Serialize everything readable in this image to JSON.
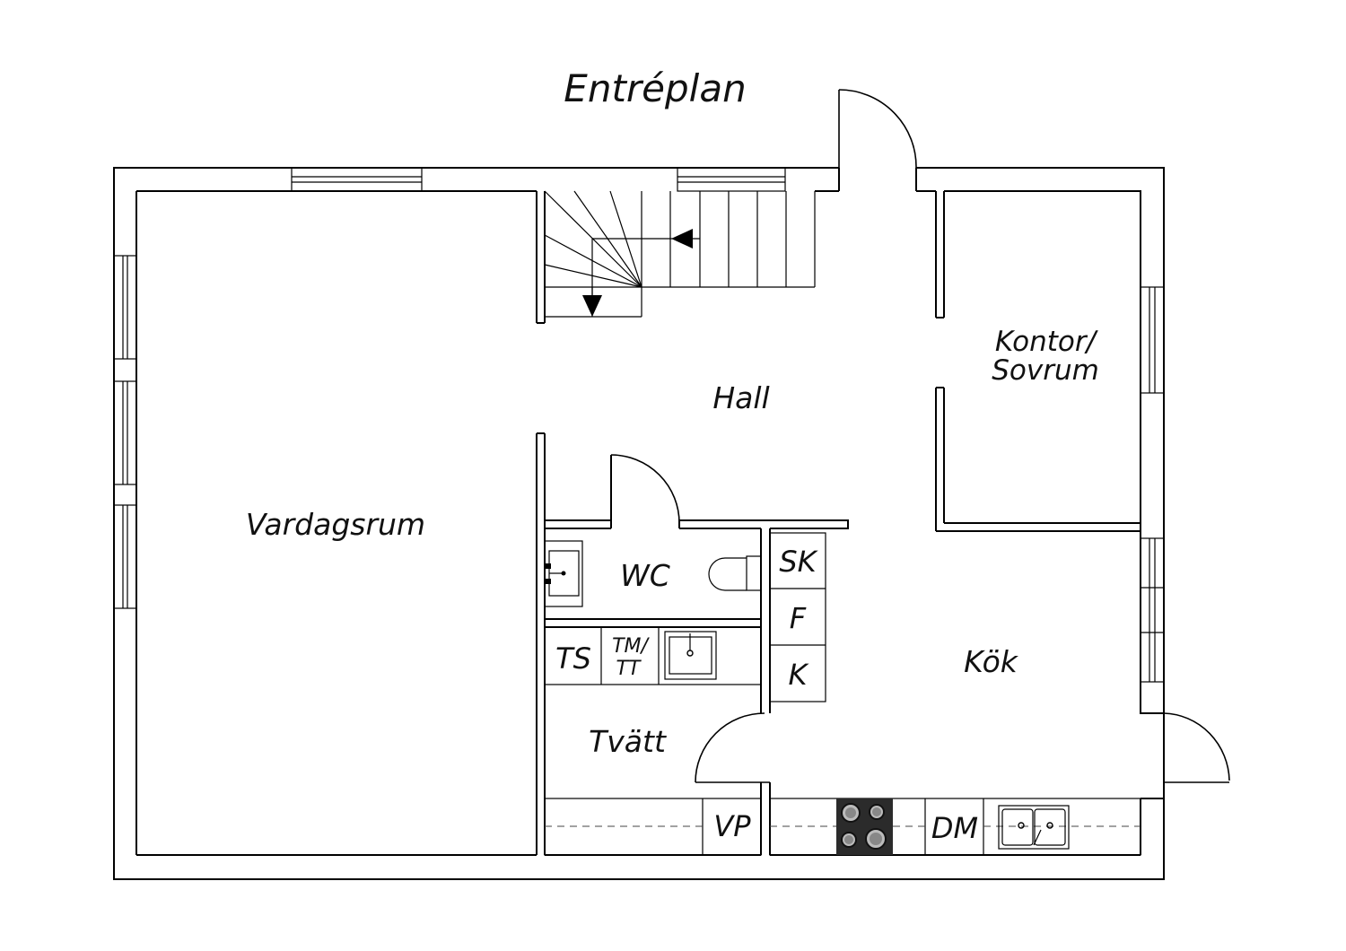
{
  "title": "Entréplan",
  "rooms": {
    "vardagsrum": "Vardagsrum",
    "hall": "Hall",
    "kontor_line1": "Kontor/",
    "kontor_line2": "Sovrum",
    "wc": "WC",
    "tvatt": "Tvätt",
    "kok": "Kök"
  },
  "fixtures": {
    "sk": "SK",
    "f": "F",
    "k": "K",
    "ts": "TS",
    "tm_line1": "TM/",
    "tm_line2": "TT",
    "vp": "VP",
    "dm": "DM"
  },
  "colors": {
    "line": "#000000",
    "background": "#ffffff",
    "stove": "#2b2b2b"
  },
  "icons": [
    "stair-arrow-icon",
    "sink-icon",
    "toilet-icon",
    "stove-icon",
    "double-sink-icon",
    "door-swing-icon",
    "window-icon"
  ]
}
